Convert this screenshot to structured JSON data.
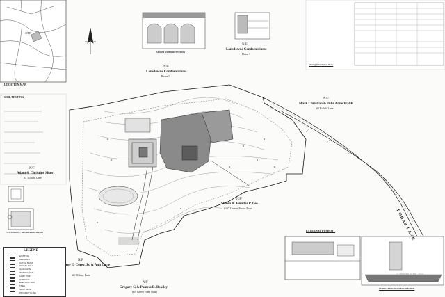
{
  "location_map": {
    "title": "LOCATION MAP",
    "site_label": "SITE"
  },
  "perc_testing": {
    "title": "SOIL TESTING"
  },
  "drainage_detail": {
    "title": "STORM WATER RETENTION"
  },
  "neighbors": {
    "top_center": {
      "name": "N/F",
      "owner": "Lansdowne Condominiums",
      "phase": "Phase I"
    },
    "top_right": {
      "name": "N/F",
      "owner": "Lansdowne Condominiums",
      "phase": "Phase I"
    },
    "left": {
      "name": "N/F",
      "owner": "Adam & Christine Shaw",
      "addr": "#1 Tiffany Lane"
    },
    "right": {
      "name": "N/F",
      "owner": "Mark Christian & Julie Anne Walsh",
      "addr": "#5 Rohab Lane"
    },
    "bottom_center": {
      "name": "N/F",
      "owner": "Steven & Jennifer P. Lee",
      "addr": "#167 Greens Farms Road"
    },
    "bottom_left": {
      "name": "N/F",
      "owner": "George E. Corey, Jr. & Ann Lucie",
      "addr": "#1 Tiffany Lane"
    },
    "bottom": {
      "name": "N/F",
      "owner": "Gregory G & Pamela D. Beasley",
      "addr": "#19 Green Farm Road"
    }
  },
  "road_label": "ROHAB LANE",
  "legend": {
    "title": "LEGEND",
    "items": [
      "EXISTING",
      "MANHOLE",
      "CATCH BASIN",
      "UTILITY POLE",
      "GAS VALVE",
      "WATER VALVE",
      "LAMP POST",
      "HYDRANT",
      "ELECTRIC BOX",
      "TREE",
      "SPOT ELEV.",
      "PROPERTY LINE"
    ]
  },
  "details": {
    "catch_basin": "CATCH BASIN / RESIDENTIAL DRAIN",
    "pump_pit": "EXTERNAL PUMP PIT",
    "trench": "STONE TRENCH LEVEL SPREADER",
    "section_title": "Zoning & Sanitation Notes"
  },
  "watermark": "© SmartMLS, Inc. 2024",
  "colors": {
    "ink": "#222222",
    "building": "#8a8a8a",
    "paper": "#fbfbfa"
  }
}
